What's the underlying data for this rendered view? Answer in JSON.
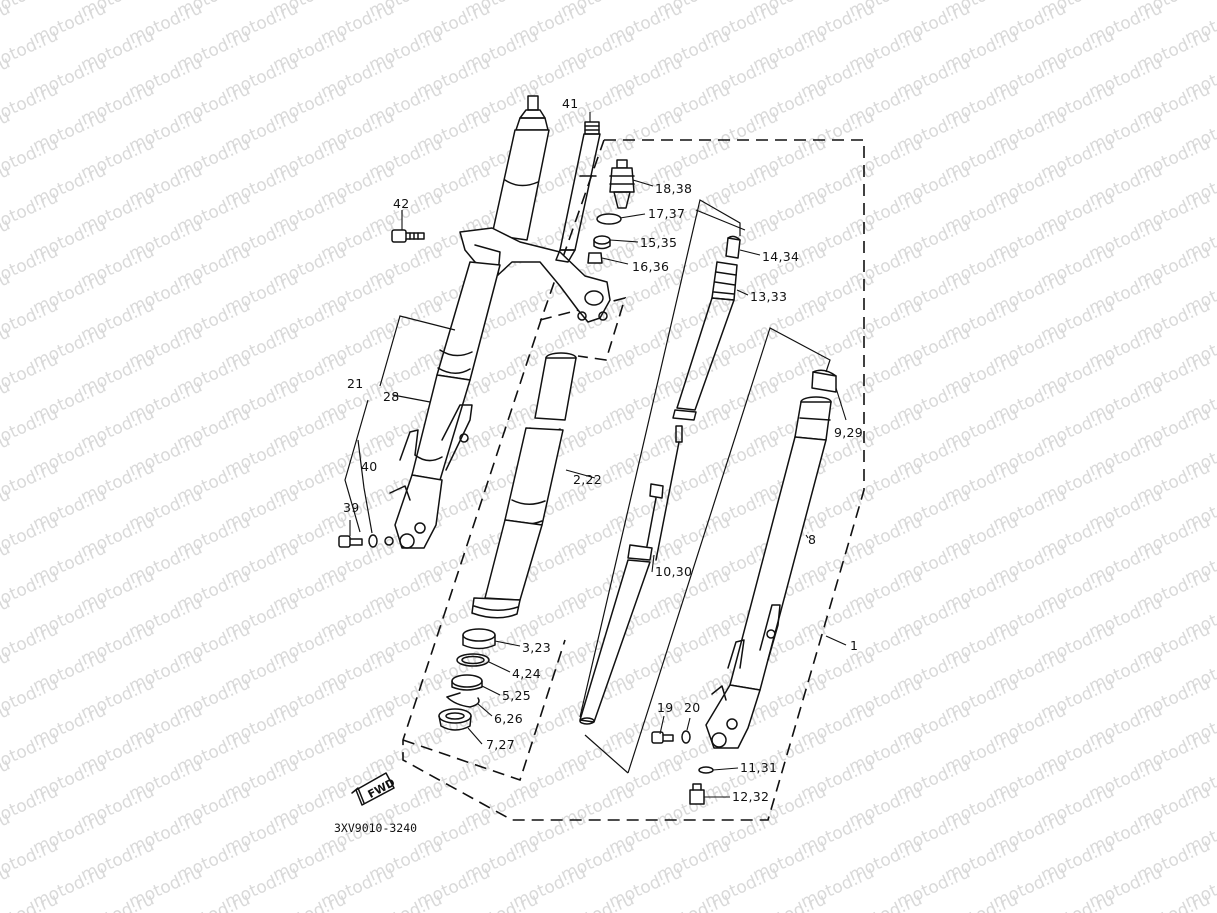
{
  "watermark": {
    "text": "motod.ru"
  },
  "diagram_code": "3XV9010-3240",
  "fwd_badge": "FWD",
  "callouts": [
    {
      "id": "41",
      "label": "41"
    },
    {
      "id": "42",
      "label": "42"
    },
    {
      "id": "18_38",
      "label": "18,38"
    },
    {
      "id": "17_37",
      "label": "17,37"
    },
    {
      "id": "15_35",
      "label": "15,35"
    },
    {
      "id": "16_36",
      "label": "16,36"
    },
    {
      "id": "14_34",
      "label": "14,34"
    },
    {
      "id": "13_33",
      "label": "13,33"
    },
    {
      "id": "21",
      "label": "21"
    },
    {
      "id": "28",
      "label": "28"
    },
    {
      "id": "40",
      "label": "40"
    },
    {
      "id": "39",
      "label": "39"
    },
    {
      "id": "9_29",
      "label": "9,29"
    },
    {
      "id": "2_22",
      "label": "2,22"
    },
    {
      "id": "10_30",
      "label": "10,30"
    },
    {
      "id": "8",
      "label": "8"
    },
    {
      "id": "1",
      "label": "1"
    },
    {
      "id": "3_23",
      "label": "3,23"
    },
    {
      "id": "4_24",
      "label": "4,24"
    },
    {
      "id": "5_25",
      "label": "5,25"
    },
    {
      "id": "6_26",
      "label": "6,26"
    },
    {
      "id": "7_27",
      "label": "7,27"
    },
    {
      "id": "19",
      "label": "19"
    },
    {
      "id": "20",
      "label": "20"
    },
    {
      "id": "11_31",
      "label": "11,31"
    },
    {
      "id": "12_32",
      "label": "12,32"
    }
  ]
}
